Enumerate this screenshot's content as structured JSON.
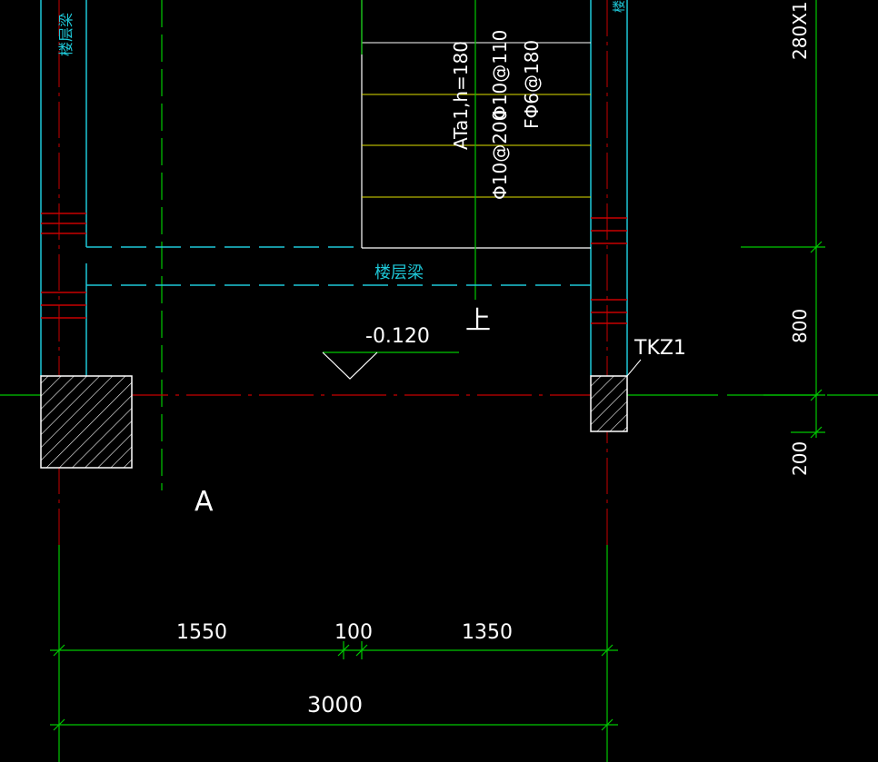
{
  "labels": {
    "floor_beam": "楼层梁",
    "stair_spec": "ATa1,h=180",
    "rebar_top": "Φ10@110",
    "rebar_bottom": "Φ10@200",
    "rebar_dist": "FΦ6@180",
    "level": "-0.120",
    "up": "上",
    "column": "TKZ1",
    "axis_a": "A",
    "right_dim_top": "280X1",
    "right_dim_800": "800",
    "right_dim_200": "200"
  },
  "dimensions": {
    "seg1": "1550",
    "seg2": "100",
    "seg3": "1350",
    "total": "3000"
  },
  "colors": {
    "cyan": "#1ec8d8",
    "green": "#00c800",
    "red": "#c80000",
    "yellow": "#e0e000",
    "white": "#ffffff"
  }
}
